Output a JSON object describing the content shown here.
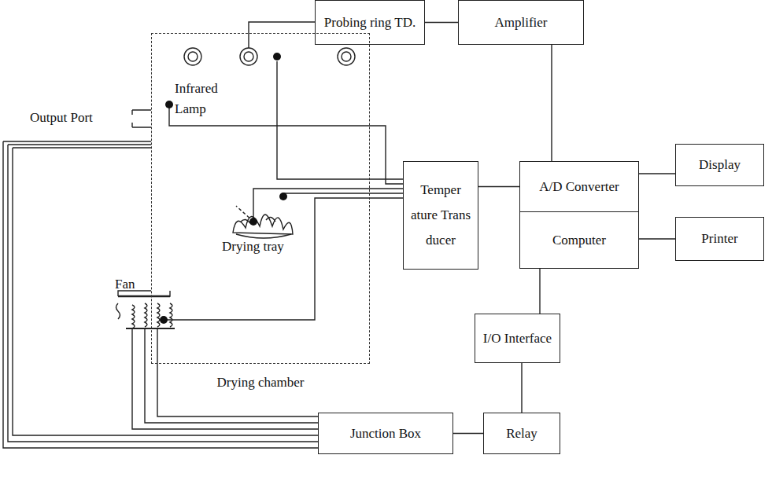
{
  "diagram": {
    "nodes": [
      {
        "text": [
          "Probing ring TD."
        ]
      },
      {
        "text": [
          "Amplifier"
        ]
      },
      {
        "text": [
          "Drying chamber"
        ]
      },
      {
        "text": [
          "Temper ature Trans ducer"
        ]
      },
      {
        "text": [
          "A/D Converter"
        ]
      },
      {
        "text": [
          "Computer"
        ]
      },
      {
        "text": [
          "Display"
        ]
      },
      {
        "text": [
          "Printer"
        ]
      },
      {
        "text": [
          "I/O Interface"
        ]
      },
      {
        "text": [
          "Junction Box"
        ]
      },
      {
        "text": [
          "Relay"
        ]
      }
    ],
    "edges": [
      {
        "from": 0,
        "to": 1,
        "arrow": "none"
      },
      {
        "from": 1,
        "to": 4,
        "arrow": "none"
      },
      {
        "from": 3,
        "to": 4,
        "arrow": "none"
      },
      {
        "from": 4,
        "to": 6,
        "arrow": "none"
      },
      {
        "from": 5,
        "to": 7,
        "arrow": "none"
      },
      {
        "from": 5,
        "to": 8,
        "arrow": "none"
      },
      {
        "from": 8,
        "to": 10,
        "arrow": "none"
      },
      {
        "from": 10,
        "to": 9,
        "arrow": "none"
      }
    ],
    "labels": [
      "Output Port",
      "Infrared Lamp",
      "Drying tray",
      "Fan"
    ]
  }
}
